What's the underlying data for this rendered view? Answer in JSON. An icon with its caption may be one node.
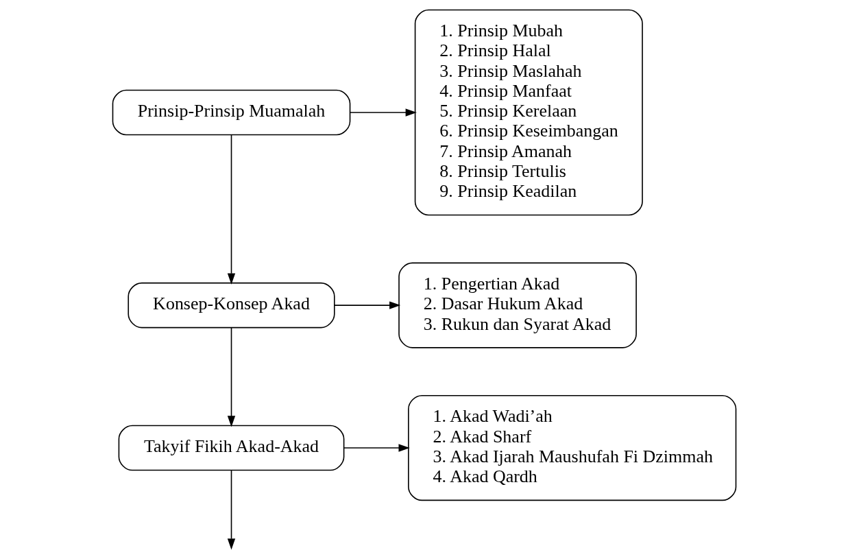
{
  "diagram": {
    "nodes": [
      {
        "text": [
          "Prinsip-Prinsip Muamalah"
        ]
      },
      {
        "text": [
          "1. Prinsip Mubah",
          "2. Prinsip Halal",
          "3. Prinsip Maslahah",
          "4. Prinsip Manfaat",
          "5. Prinsip Kerelaan",
          "6. Prinsip Keseimbangan",
          "7. Prinsip Amanah",
          "8. Prinsip Tertulis",
          "9. Prinsip Keadilan"
        ]
      },
      {
        "text": [
          "Konsep-Konsep Akad"
        ]
      },
      {
        "text": [
          "1. Pengertian Akad",
          "2. Dasar Hukum Akad",
          "3. Rukun dan Syarat Akad"
        ]
      },
      {
        "text": [
          "Takyif Fikih Akad-Akad"
        ]
      },
      {
        "text": [
          "1. Akad Wadi’ah",
          "2. Akad Sharf",
          "3. Akad Ijarah Maushufah Fi Dzimmah",
          "4. Akad Qardh"
        ]
      }
    ],
    "edges": [
      {
        "from": 0,
        "to": 1,
        "arrow": "to"
      },
      {
        "from": 0,
        "to": 2,
        "arrow": "to"
      },
      {
        "from": 2,
        "to": 3,
        "arrow": "to"
      },
      {
        "from": 2,
        "to": 4,
        "arrow": "to"
      },
      {
        "from": 4,
        "to": 5,
        "arrow": "to"
      },
      {
        "from": 4,
        "to": null,
        "arrow": "to"
      }
    ]
  }
}
